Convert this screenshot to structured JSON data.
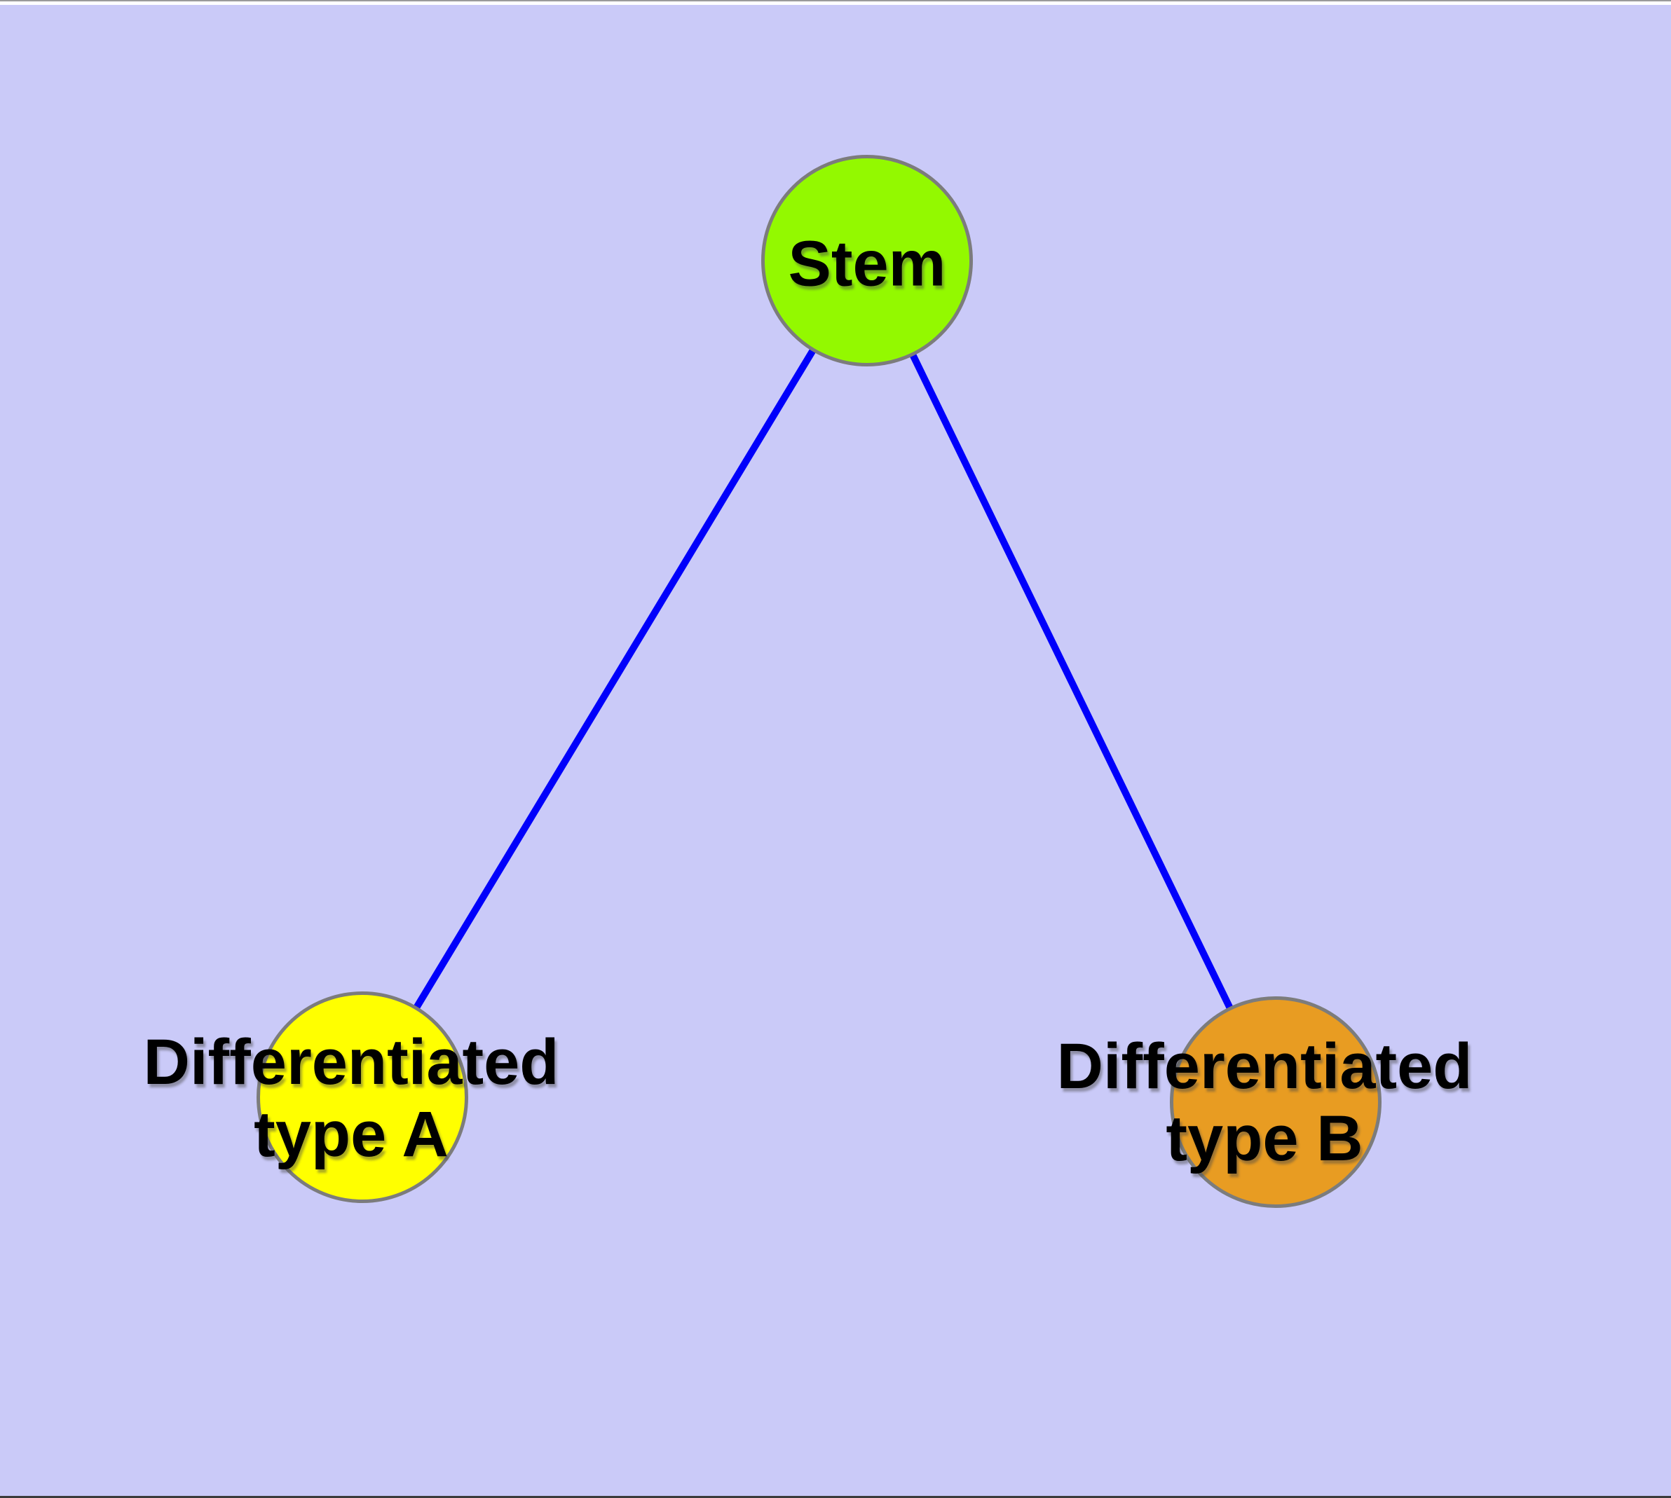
{
  "canvas": {
    "background_color": "#CACAF8"
  },
  "graph": {
    "description": "Tree diagram: a stem cell node branching into two differentiated cell type nodes",
    "node_border_color": "#7C7C7C",
    "edge_color": "#0000FB",
    "nodes": [
      {
        "id": "stem",
        "label": "Stem",
        "label_lines": [
          "Stem"
        ],
        "fill": "#93F900"
      },
      {
        "id": "differentiated-type-a",
        "label": "Differentiated type A",
        "label_lines": [
          "Differentiated",
          "type A"
        ],
        "fill": "#FFFF00"
      },
      {
        "id": "differentiated-type-b",
        "label": "Differentiated type B",
        "label_lines": [
          "Differentiated",
          "type B"
        ],
        "fill": "#E89C22"
      }
    ],
    "edges": [
      {
        "from": "Stem",
        "to": "Differentiated type A"
      },
      {
        "from": "Stem",
        "to": "Differentiated type B"
      }
    ]
  }
}
